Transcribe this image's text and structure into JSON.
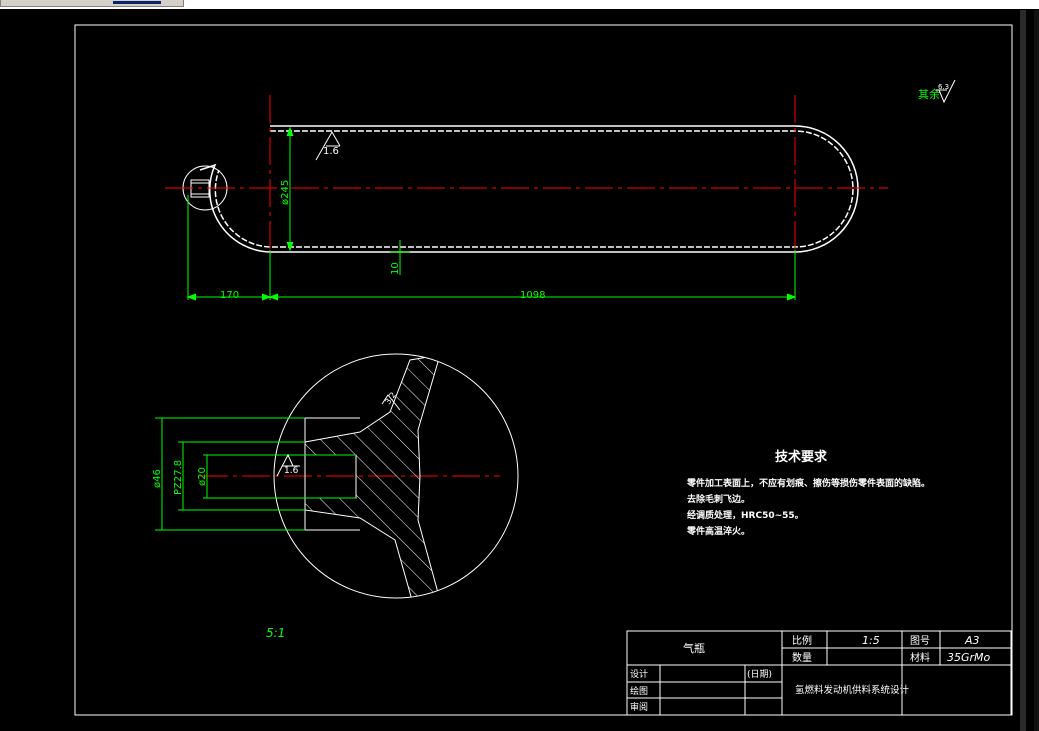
{
  "drawing": {
    "roughness_note": "其余",
    "roughness_value_default": "6.3",
    "roughness_value_main": "1.6",
    "roughness_value_detail_top": "3.2",
    "roughness_value_detail_bore": "1.6",
    "dims": {
      "diameter": "ø245",
      "wall": "10",
      "left_len": "170",
      "main_len": "1098",
      "d46": "ø46",
      "pz": "PZ27.8",
      "d20": "ø20"
    },
    "detail_scale": "5:1"
  },
  "tech": {
    "title": "技术要求",
    "lines": [
      "零件加工表面上，不应有划痕、擦伤等损伤零件表面的缺陷。",
      "去除毛刺飞边。",
      "经调质处理，HRC50~55。",
      "零件高温淬火。"
    ]
  },
  "titleblock": {
    "part_name": "气瓶",
    "scale_label": "比例",
    "scale_value": "1:5",
    "qty_label": "数量",
    "drawing_no_label": "图号",
    "drawing_no_value": "A3",
    "material_label": "材料",
    "material_value": "35GrMo",
    "design_label": "设计",
    "draw_label": "绘图",
    "review_label": "审阅",
    "date_label": "(日期)",
    "project": "氢燃料发动机供料系统设计"
  },
  "colors": {
    "background": "#000000",
    "outline": "#ffffff",
    "dimension": "#00ff00",
    "centerline": "#ff0000",
    "text_yellow": "#ffff80"
  }
}
